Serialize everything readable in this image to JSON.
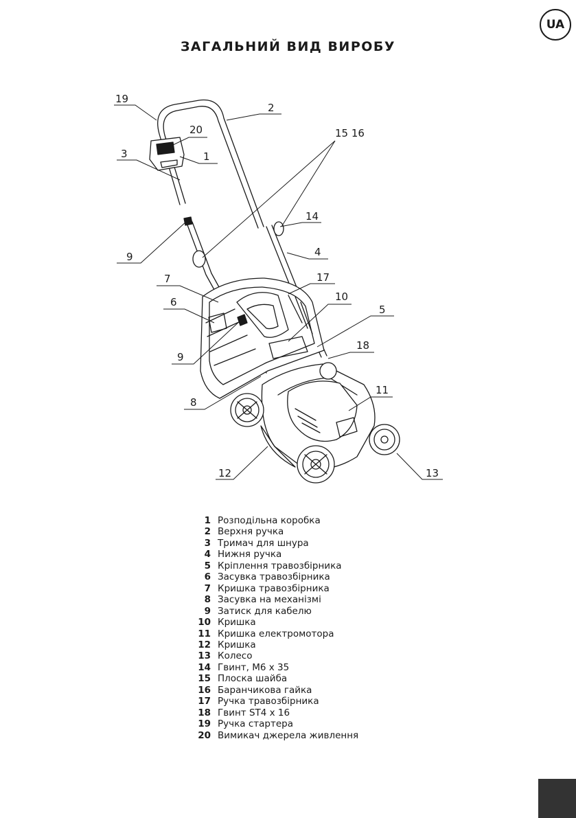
{
  "header": {
    "lang_badge": "UA",
    "title": "ЗАГАЛЬНИЙ ВИД ВИРОБУ"
  },
  "diagram": {
    "callouts": [
      {
        "id": "c19",
        "label": "19"
      },
      {
        "id": "c2",
        "label": "2"
      },
      {
        "id": "c20",
        "label": "20"
      },
      {
        "id": "c1516",
        "label": "15 16"
      },
      {
        "id": "c3",
        "label": "3"
      },
      {
        "id": "c1",
        "label": "1"
      },
      {
        "id": "c14",
        "label": "14"
      },
      {
        "id": "c9a",
        "label": "9"
      },
      {
        "id": "c4",
        "label": "4"
      },
      {
        "id": "c7",
        "label": "7"
      },
      {
        "id": "c17",
        "label": "17"
      },
      {
        "id": "c10",
        "label": "10"
      },
      {
        "id": "c6",
        "label": "6"
      },
      {
        "id": "c5",
        "label": "5"
      },
      {
        "id": "c18",
        "label": "18"
      },
      {
        "id": "c9b",
        "label": "9"
      },
      {
        "id": "c11",
        "label": "11"
      },
      {
        "id": "c8",
        "label": "8"
      },
      {
        "id": "c12",
        "label": "12"
      },
      {
        "id": "c13",
        "label": "13"
      }
    ]
  },
  "legend": [
    {
      "num": "1",
      "text": "Розподільна коробка"
    },
    {
      "num": "2",
      "text": "Верхня ручка"
    },
    {
      "num": "3",
      "text": "Тримач для шнура"
    },
    {
      "num": "4",
      "text": "Нижня ручка"
    },
    {
      "num": "5",
      "text": "Кріплення травозбірника"
    },
    {
      "num": "6",
      "text": "Засувка травозбірника"
    },
    {
      "num": "7",
      "text": "Кришка травозбірника"
    },
    {
      "num": "8",
      "text": "Засувка на механізмі"
    },
    {
      "num": "9",
      "text": "Затиск для кабелю"
    },
    {
      "num": "10",
      "text": "Кришка"
    },
    {
      "num": "11",
      "text": "Кришка електромотора"
    },
    {
      "num": "12",
      "text": "Кришка"
    },
    {
      "num": "13",
      "text": "Колесо"
    },
    {
      "num": "14",
      "text": "Гвинт, М6 х 35"
    },
    {
      "num": "15",
      "text": "Плоска шайба"
    },
    {
      "num": "16",
      "text": "Баранчикова гайка"
    },
    {
      "num": "17",
      "text": "Ручка травозбірника"
    },
    {
      "num": "18",
      "text": "Гвинт ST4 х 16"
    },
    {
      "num": "19",
      "text": "Ручка стартера"
    },
    {
      "num": "20",
      "text": "Вимикач джерела живлення"
    }
  ]
}
